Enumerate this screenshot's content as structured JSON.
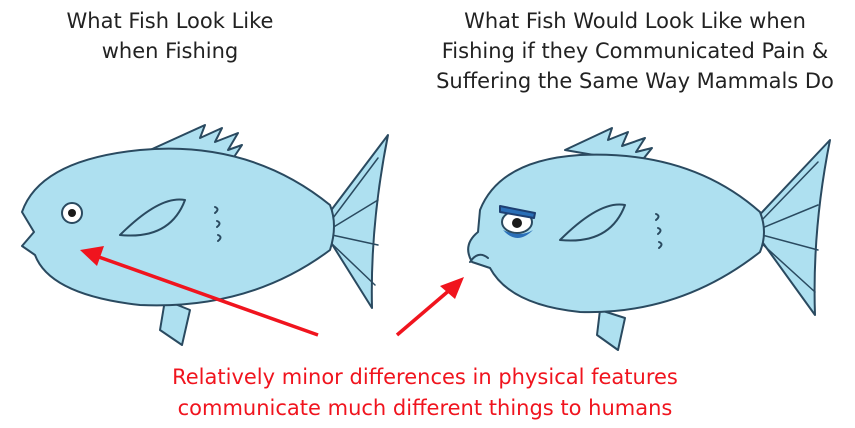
{
  "left": {
    "title": "What Fish Look Like\nwhen Fishing"
  },
  "right": {
    "title": "What Fish Would Look Like when\nFishing if they Communicated Pain &\nSuffering the Same Way Mammals Do"
  },
  "caption": "Relatively minor differences in physical features\ncommunicate much different things to humans",
  "colors": {
    "fish_body": "#aee0f0",
    "outline": "#2a4a60",
    "arrow": "#f0141e",
    "caption": "#f0141e",
    "title": "#222222"
  },
  "icons": [
    "normal-fish",
    "frowning-fish",
    "red-arrow"
  ]
}
